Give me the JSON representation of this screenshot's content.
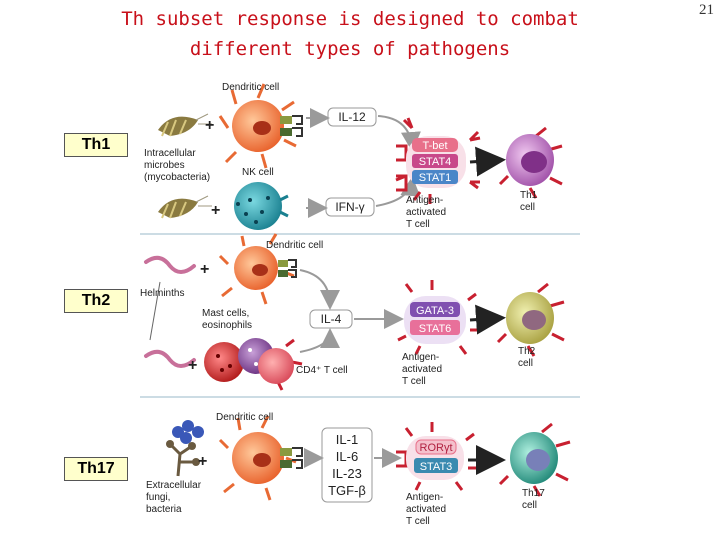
{
  "slide": {
    "title_line1": "Th subset response is designed to combat",
    "title_line2": "different types of pathogens",
    "number": "21"
  },
  "rows": [
    {
      "label": "Th1",
      "pathogen": [
        "Intracellular",
        "microbes",
        "(mycobacteria)"
      ],
      "inducer_top": "Dendritic cell",
      "inducer_bottom": "NK cell",
      "cytokine_top": "IL-12",
      "cytokine_bottom": "IFN-γ",
      "tfs": [
        "T-bet",
        "STAT4",
        "STAT1"
      ],
      "tcell": [
        "Antigen-",
        "activated",
        "T cell"
      ],
      "effector": [
        "Th1",
        "cell"
      ]
    },
    {
      "label": "Th2",
      "pathogen": [
        "Helminths"
      ],
      "inducer_top": "Dendritic cell",
      "inducer_mid": [
        "Mast cells,",
        "eosinophils"
      ],
      "inducer_bottom": "CD4⁺ T cell",
      "cytokine": "IL-4",
      "tfs": [
        "GATA-3",
        "STAT6"
      ],
      "tcell": [
        "Antigen-",
        "activated",
        "T cell"
      ],
      "effector": [
        "Th2",
        "cell"
      ]
    },
    {
      "label": "Th17",
      "pathogen": [
        "Extracellular",
        "fungi,",
        "bacteria"
      ],
      "inducer_top": "Dendritic cell",
      "cytokines": [
        "IL-1",
        "IL-6",
        "IL-23",
        "TGF-β"
      ],
      "tfs": [
        "RORγt",
        "STAT3"
      ],
      "tcell": [
        "Antigen-",
        "activated",
        "T cell"
      ],
      "effector": [
        "Th17",
        "cell"
      ]
    }
  ],
  "colors": {
    "title": "#c8101a",
    "label_box": "#ffffcc",
    "tbet": "#e8708a",
    "stat4": "#c8488a",
    "stat1": "#4a86c8",
    "gata3": "#8050b0",
    "stat6": "#e8709a",
    "rorgt": "#e8708a",
    "stat3": "#3a8ab0",
    "dendritic": "#f07840",
    "nk": "#2aa0b0",
    "th1": "#c080c8",
    "th2": "#c8c060",
    "th17": "#40a8a0"
  }
}
